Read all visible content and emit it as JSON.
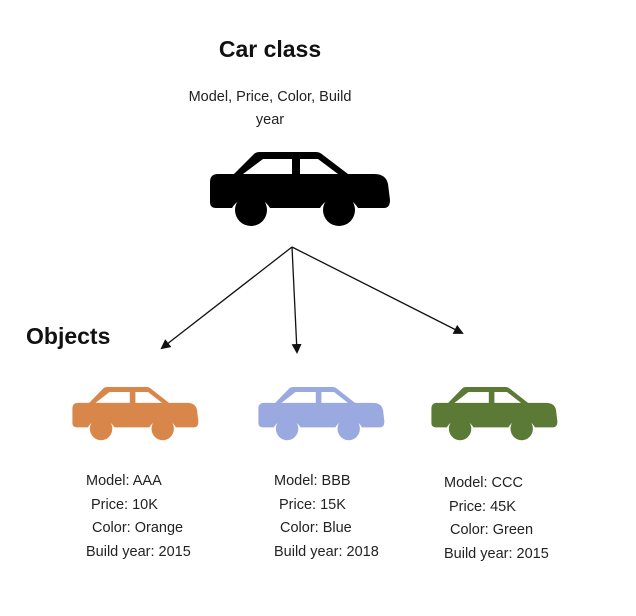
{
  "class": {
    "title": "Car class",
    "attributes_line1": "Model, Price, Color, Build",
    "attributes_line2": "year"
  },
  "objects_heading": "Objects",
  "objects": [
    {
      "model": "Model: AAA",
      "price": "Price: 10K",
      "color": "Color: Orange",
      "build_year": "Build year: 2015",
      "car_color": "#d9864a"
    },
    {
      "model": "Model: BBB",
      "price": "Price: 15K",
      "color": "Color: Blue",
      "build_year": "Build year: 2018",
      "car_color": "#9aa9e0"
    },
    {
      "model": "Model: CCC",
      "price": "Price: 45K",
      "color": "Color: Green",
      "build_year": "Build year: 2015",
      "car_color": "#5b7a36"
    }
  ],
  "class_car_color": "#000000",
  "icons": [
    "car-icon",
    "arrow-icon"
  ]
}
